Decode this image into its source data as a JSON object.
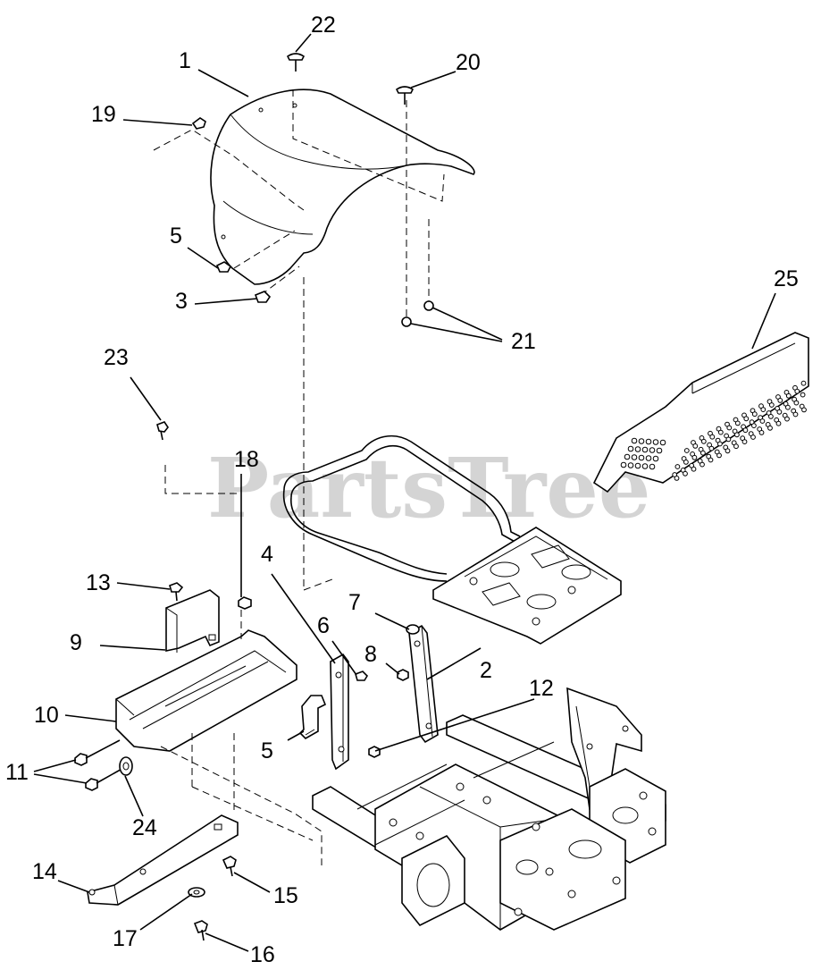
{
  "watermark": "PartsTree",
  "callouts": [
    {
      "id": "c1",
      "label": "1"
    },
    {
      "id": "c2",
      "label": "2"
    },
    {
      "id": "c3",
      "label": "3"
    },
    {
      "id": "c4",
      "label": "4"
    },
    {
      "id": "c5a",
      "label": "5"
    },
    {
      "id": "c5b",
      "label": "5"
    },
    {
      "id": "c6",
      "label": "6"
    },
    {
      "id": "c7",
      "label": "7"
    },
    {
      "id": "c8",
      "label": "8"
    },
    {
      "id": "c9",
      "label": "9"
    },
    {
      "id": "c10",
      "label": "10"
    },
    {
      "id": "c11",
      "label": "11"
    },
    {
      "id": "c12",
      "label": "12"
    },
    {
      "id": "c13",
      "label": "13"
    },
    {
      "id": "c14",
      "label": "14"
    },
    {
      "id": "c15",
      "label": "15"
    },
    {
      "id": "c16",
      "label": "16"
    },
    {
      "id": "c17",
      "label": "17"
    },
    {
      "id": "c18",
      "label": "18"
    },
    {
      "id": "c19",
      "label": "19"
    },
    {
      "id": "c20",
      "label": "20"
    },
    {
      "id": "c21",
      "label": "21"
    },
    {
      "id": "c22",
      "label": "22"
    },
    {
      "id": "c23",
      "label": "23"
    },
    {
      "id": "c24",
      "label": "24"
    },
    {
      "id": "c25",
      "label": "25"
    }
  ]
}
